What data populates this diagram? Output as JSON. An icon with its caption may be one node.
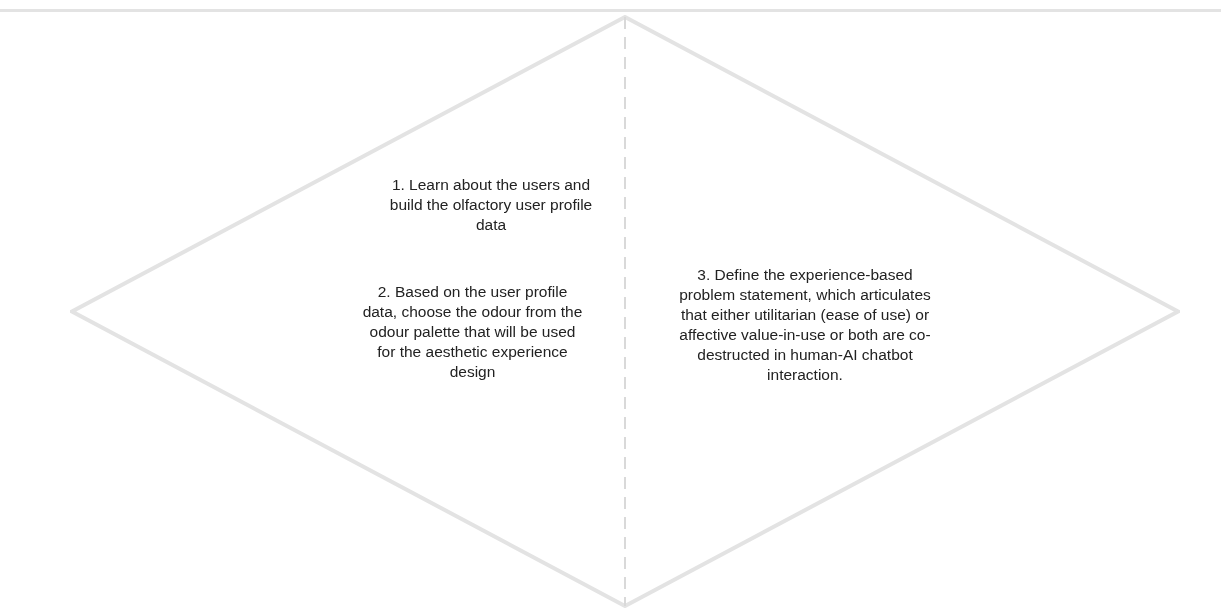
{
  "diagram": {
    "nodes": [
      {
        "text": [
          "1. Learn about the users and build the olfactory user profile data",
          "2. Based on the user profile data, choose the odour from the odour palette that will be used for the aesthetic experience design",
          "3. Define the experience-based problem statement, which articulates that either utilitarian (ease of use) or affective value-in-use or both are co-destructed in human-AI chatbot interaction."
        ]
      }
    ]
  }
}
